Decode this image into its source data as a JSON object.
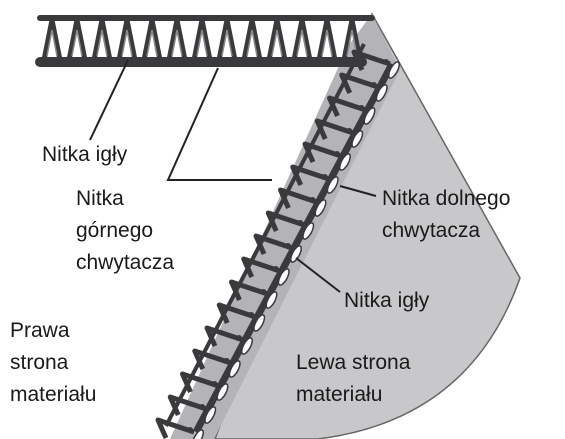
{
  "labels": {
    "needle_thread_top": "Nitka igły",
    "upper_looper_line1": "Nitka",
    "upper_looper_line2": "górnego",
    "upper_looper_line3": "chwytacza",
    "lower_looper_line1": "Nitka dolnego",
    "lower_looper_line2": "chwytacza",
    "needle_thread_bottom": "Nitka igły",
    "right_side_line1": "Prawa",
    "right_side_line2": "strona",
    "right_side_line3": "materiału",
    "wrong_side_line1": "Lewa strona",
    "wrong_side_line2": "materiału"
  },
  "colors": {
    "fabric": "#c8c8cb",
    "fabric_stroke": "#555555",
    "thread_dark": "#3a3a3c",
    "stitch_white": "#ffffff",
    "leader": "#222222"
  }
}
